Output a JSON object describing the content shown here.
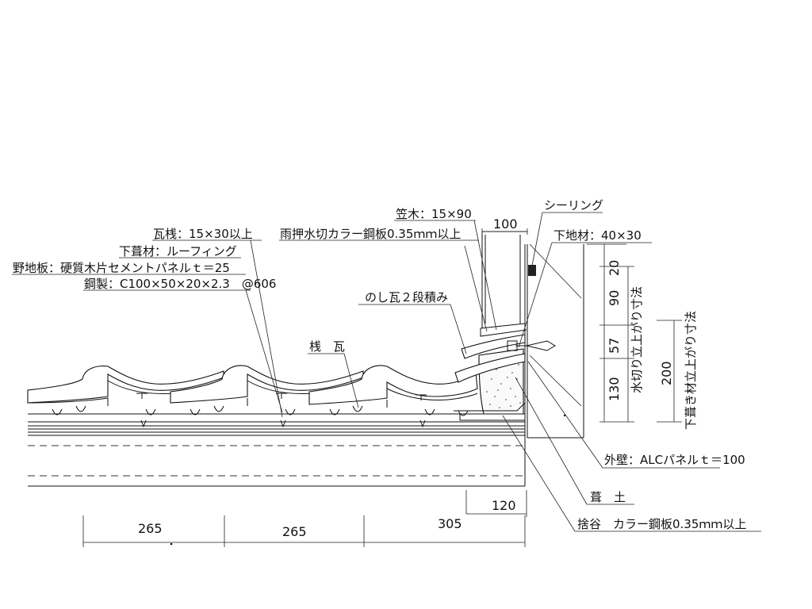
{
  "labels": {
    "sealing": "シーリング",
    "kasagi": "笠木：15×90",
    "amaosae": "雨押水切カラー鋼板0.35ｍｍ以上",
    "kawarasan": "瓦桟：15×30以上",
    "shitabuki": "下葺材：ルーフィング",
    "nojiita": "野地板：硬質木片セメントパネルｔ＝25",
    "kousei": "鋼製：C100×50×20×2.3　@606",
    "noshigawara": "のし瓦２段積み",
    "sangawara": "桟　瓦",
    "shitajizai": "下地材：40×30",
    "gaiheki": "外壁：ALCパネルｔ＝100",
    "fukitsuchi": "葺　土",
    "sutedani": "捨谷　カラー鋼板0.35ｍｍ以上",
    "mizukiri_dim": "水切り立上がり寸法",
    "shitabuki_dim": "下葺き材立上がり寸法"
  },
  "dimensions": {
    "top_100": "100",
    "v_20": "20",
    "v_90": "90",
    "v_57": "57",
    "v_130": "130",
    "v_200": "200",
    "h_120": "120",
    "h_265a": "265",
    "h_265b": "265",
    "h_305": "305"
  }
}
